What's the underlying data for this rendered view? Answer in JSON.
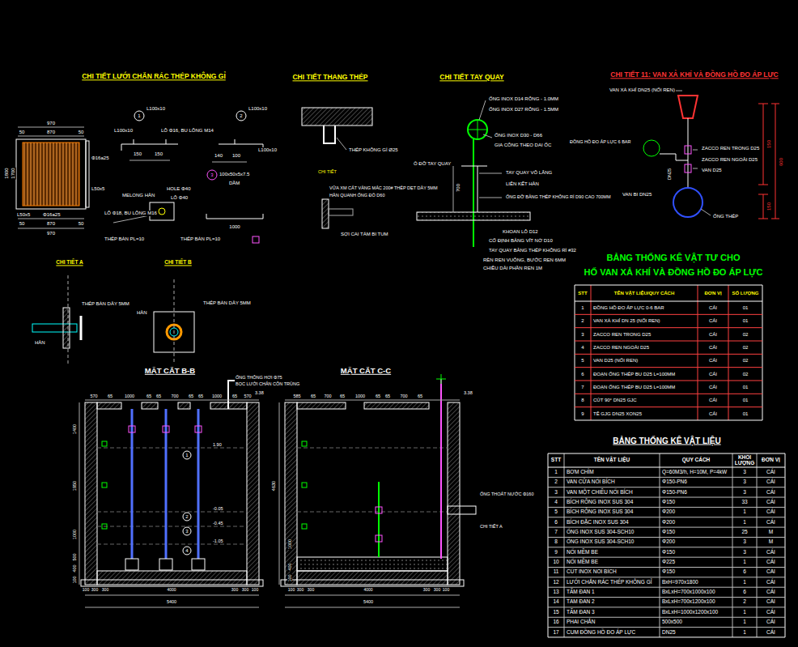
{
  "diagram": {
    "labels": [
      "CHI TIẾT LƯỚI CHẮN RÁC THÉP KHÔNG GỈ",
      "CHI TIẾT THANG THÉP",
      "CHI TIẾT TAY QUAY",
      "CHI TIẾT 11: VAN XẢ KHÍ VÀ ĐỒNG HỒ ĐO ÁP LỰC",
      "MẶT CẮT B-B",
      "MẶT CẮT C-C",
      "BẢNG THỐNG KÊ VẬT TƯ CHO",
      "HỐ VAN XẢ KHÍ VÀ ĐỒNG HỒ ĐO ÁP LỰC",
      "BẢNG THỐNG KÊ VẬT LIỆU",
      "CHI TIẾT A",
      "CHI TIẾT B",
      "970",
      "50",
      "870",
      "50",
      "1800",
      "1700",
      "Φ16a25",
      "L50x5",
      "L50x5",
      "Φ16a25",
      "50",
      "870",
      "50",
      "970",
      "1",
      "L100x10",
      "2",
      "L100x10",
      "L100x10",
      "LỖ Φ16, BU LÔNG M14",
      "150",
      "150",
      "L100x10",
      "140",
      "100",
      "3",
      "100x50x5x7.5",
      "DẦM",
      "MELONG HÀN",
      "HOLE Φ40",
      "LỖ Φ40",
      "LỖ Φ18, BU LÔNG M16",
      "1000",
      "THÉP BẢN PL=10",
      "THÉP BẢN PL=10",
      "THÉP KHÔNG GỈ Ø25",
      "CHI TIẾT",
      "VỮA XM CÁT VÀNG MÁC 200# THÉP DẸT DÀY 5MM",
      "HÀN QUANH ỐNG ĐỔ D60",
      "SỢI CAI TẨM BI TUM",
      "ỐNG INOX D14 RỖNG - 1.0MM",
      "ỐNG INOX D27 RỖNG - 1.5MM",
      "ỐNG INOX D30 - D66",
      "GIA CÔNG THEO DAI ỐC",
      "Ổ ĐỠ TAY QUAY",
      "TAY QUAY VÔ LĂNG",
      "LIÊN KẾT HÀN",
      "ỐNG ĐỠ BẰNG THÉP KHÔNG RỈ D90 CAO 700MM",
      "700",
      "KHOAN LỖ D12",
      "CỐ ĐỊNH BẰNG VÍT NỞ D10",
      "TAY QUAY BẰNG THÉP KHÔNG RỈ #32",
      "RÈN REN VUÔNG, BƯỚC REN 6MM",
      "CHIỀU DÀI PHẦN REN 1M",
      "VAN XẢ KHÍ DN25 (NỐI REN)",
      "ĐỒNG HỒ ĐO ÁP LỰC 6 BAR",
      "ZACCO REN TRONG D25",
      "ZACCO REN NGOÀI D25",
      "VAN D25",
      "VAN BI DN25",
      "ỐNG THÉP",
      "DN25",
      "150",
      "600",
      "150",
      "THÉP BẢN DÀY 5MM",
      "HÀN",
      "HÀN",
      "THÉP BẢN DÀY 5MM",
      "570",
      "65",
      "1000",
      "65",
      "65",
      "700",
      "65",
      "65",
      "1000",
      "65",
      "570",
      "ỐNG THÔNG HƠI Φ75",
      "BỌC LƯỚI CHẮN CÔN TRÙNG",
      "3.38",
      "1.90",
      "-0.05",
      "-0.45",
      "-1.05",
      "1",
      "2",
      "3",
      "4",
      "1400",
      "1950",
      "1000",
      "500",
      "400",
      "100",
      "100",
      "300",
      "300",
      "4000",
      "300",
      "300",
      "100",
      "5400",
      "585",
      "65",
      "700",
      "65",
      "1000",
      "65",
      "65",
      "700",
      "65",
      "3.38",
      "4630",
      "1000",
      "400",
      "100",
      "ỐNG THOÁT NƯỚC Φ160",
      "CHI TIẾT A",
      "100",
      "300",
      "300",
      "4000",
      "300",
      "300",
      "100",
      "5400",
      "STT",
      "TÊN VẬT LIỆU/QUY CÁCH",
      "ĐƠN VỊ",
      "SỐ LƯỢNG",
      "1",
      "ĐỒNG HỒ ĐO ÁP LỰC 0-6 BAR",
      "CÁI",
      "01",
      "2",
      "VAN XẢ KHÍ DN 25 (NỐI REN)",
      "CÁI",
      "01",
      "3",
      "ZACCO REN TRONG D25",
      "CÁI",
      "02",
      "4",
      "ZACCO REN NGOÀI D25",
      "CÁI",
      "02",
      "5",
      "VAN D25 (NỐI REN)",
      "CÁI",
      "02",
      "6",
      "ĐOẠN ỐNG THÉP BU D25 L=100MM",
      "CÁI",
      "02",
      "7",
      "ĐOẠN ỐNG THÉP BU D25 L=100MM",
      "CÁI",
      "01",
      "8",
      "CÚT 90° DN25 GJC",
      "CÁI",
      "01",
      "9",
      "TÊ GJG DN25 XON25",
      "CÁI",
      "01",
      "STT",
      "TÊN VẬT LIỆU",
      "QUY CÁCH",
      "KHỐI LƯỢNG",
      "ĐƠN VỊ",
      "1",
      "BƠM CHÌM",
      "Q=60M3/h, H=10M, P=4kW",
      "3",
      "CÁI",
      "2",
      "VAN CỬA NỐI BÍCH",
      "Φ150-PN6",
      "3",
      "CÁI",
      "3",
      "VAN MỘT CHIỀU NỐI BÍCH",
      "Φ150-PN6",
      "3",
      "CÁI",
      "4",
      "BÍCH RỖNG INOX SUS 304",
      "Φ150",
      "33",
      "CÁI",
      "5",
      "BÍCH RỖNG INOX SUS 304",
      "Φ200",
      "1",
      "CÁI",
      "6",
      "BÍCH ĐẶC INOX SUS 304",
      "Φ200",
      "1",
      "CÁI",
      "7",
      "ỐNG INOX SUS 304-SCH10",
      "Φ150",
      "25",
      "M",
      "8",
      "ỐNG INOX SUS 304-SCH10",
      "Φ200",
      "3",
      "M",
      "9",
      "NỐI MỀM BE",
      "Φ150",
      "3",
      "CÁI",
      "10",
      "NỐI MỀM BE",
      "Φ225",
      "1",
      "CÁI",
      "11",
      "CÚT INOX NỐI BÍCH",
      "Φ150",
      "6",
      "CÁI",
      "12",
      "LƯỚI CHẮN RÁC THÉP KHÔNG GỈ",
      "BxH=970x1800",
      "1",
      "CÁI",
      "13",
      "TẤM ĐAN 1",
      "BxLxH=700x1000x100",
      "6",
      "CÁI",
      "14",
      "TẤM ĐAN 2",
      "BxLxH=700x1200x100",
      "2",
      "CÁI",
      "15",
      "TẤM ĐAN 3",
      "BxLxH=1000x1200x100",
      "1",
      "CÁI",
      "16",
      "PHAI CHẮN",
      "500x500",
      "1",
      "CÁI",
      "17",
      "CUM ĐỒNG HỒ ĐO ÁP LỰC",
      "DN25",
      "1",
      "CÁI"
    ]
  }
}
